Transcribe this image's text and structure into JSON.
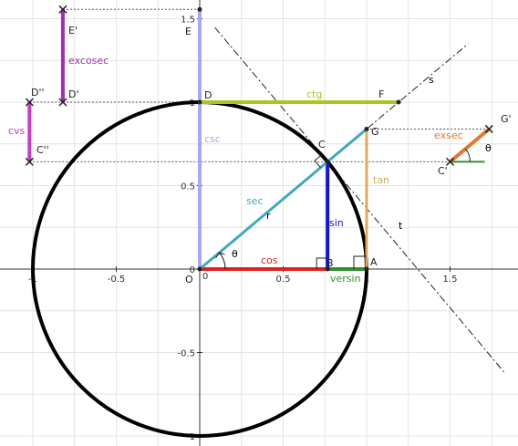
{
  "axes": {
    "origin_label": "O",
    "x_ticks": [
      {
        "value": -1,
        "label": "-1"
      },
      {
        "value": -0.5,
        "label": "-0.5"
      },
      {
        "value": 0.5,
        "label": "0.5"
      },
      {
        "value": 1,
        "label": "1"
      },
      {
        "value": 1.5,
        "label": "1.5"
      }
    ],
    "y_ticks": [
      {
        "value": 1.5,
        "label": "1.5"
      },
      {
        "value": 1,
        "label": "1"
      },
      {
        "value": 0.5,
        "label": "0.5"
      },
      {
        "value": 0,
        "label": "0"
      },
      {
        "value": -0.5,
        "label": "-0.5"
      },
      {
        "value": -1,
        "label": "-1"
      }
    ],
    "x_zero_label": "0"
  },
  "theta_deg": 40,
  "points": {
    "A": "A",
    "B": "B",
    "C": "C",
    "D": "D",
    "E": "E",
    "F": "F",
    "G": "G",
    "C_prime": "C'",
    "G_prime": "G'",
    "D_prime": "D'",
    "E_prime": "E'",
    "D_dprime": "D''",
    "C_dprime": "C''"
  },
  "labels": {
    "sin": "sin",
    "cos": "cos",
    "tan": "tan",
    "ctg": "ctg",
    "sec": "sec",
    "csc": "csc",
    "versin": "versin",
    "exsec": "exsec",
    "excosec": "excosec",
    "cvs": "cvs",
    "r": "r",
    "s": "s",
    "t": "t",
    "theta": "θ",
    "theta_right": "θ"
  },
  "colors": {
    "sin": "#1515c8",
    "cos": "#e02020",
    "tan": "#e0a860",
    "ctg": "#a8c820",
    "sec": "#40a8c0",
    "csc": "#a8a8f0",
    "versin": "#309030",
    "exsec": "#e07830",
    "excosec": "#a030b0",
    "cvs": "#c040c0",
    "circle": "#000000",
    "grid": "#e4e4e4"
  }
}
